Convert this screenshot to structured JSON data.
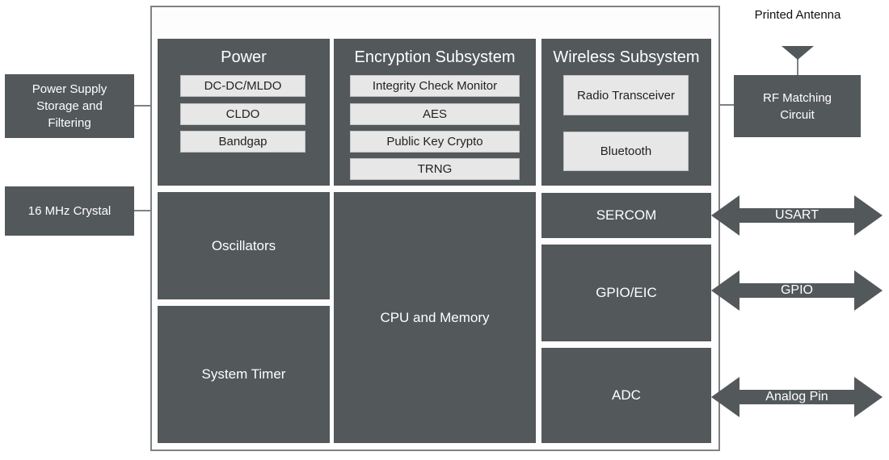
{
  "colors": {
    "block_dark": "#53585b",
    "subblock_light": "#e7e7e7",
    "line_gray": "#7e8285",
    "text_on_dark": "#ffffff",
    "text_on_light": "#222222",
    "background": "#ffffff"
  },
  "external_left": {
    "power_supply": {
      "label": "Power Supply Storage and Filtering"
    },
    "crystal": {
      "label": "16 MHz Crystal"
    }
  },
  "chip": {
    "power": {
      "title": "Power",
      "items": [
        "DC-DC/MLDO",
        "CLDO",
        "Bandgap"
      ]
    },
    "encryption": {
      "title": "Encryption Subsystem",
      "items": [
        "Integrity Check Monitor",
        "AES",
        "Public Key Crypto",
        "TRNG"
      ]
    },
    "wireless": {
      "title": "Wireless Subsystem",
      "items": [
        "Radio Transceiver",
        "Bluetooth"
      ]
    },
    "oscillators": {
      "label": "Oscillators"
    },
    "system_timer": {
      "label": "System Timer"
    },
    "cpu": {
      "label": "CPU and Memory"
    },
    "sercom": {
      "label": "SERCOM"
    },
    "gpio_eic": {
      "label": "GPIO/EIC"
    },
    "adc": {
      "label": "ADC"
    }
  },
  "right_side": {
    "printed_antenna": {
      "label": "Printed Antenna"
    },
    "rf_matching": {
      "label": "RF Matching Circuit"
    },
    "arrows": [
      {
        "label": "USART"
      },
      {
        "label": "GPIO"
      },
      {
        "label": "Analog Pin"
      }
    ]
  }
}
